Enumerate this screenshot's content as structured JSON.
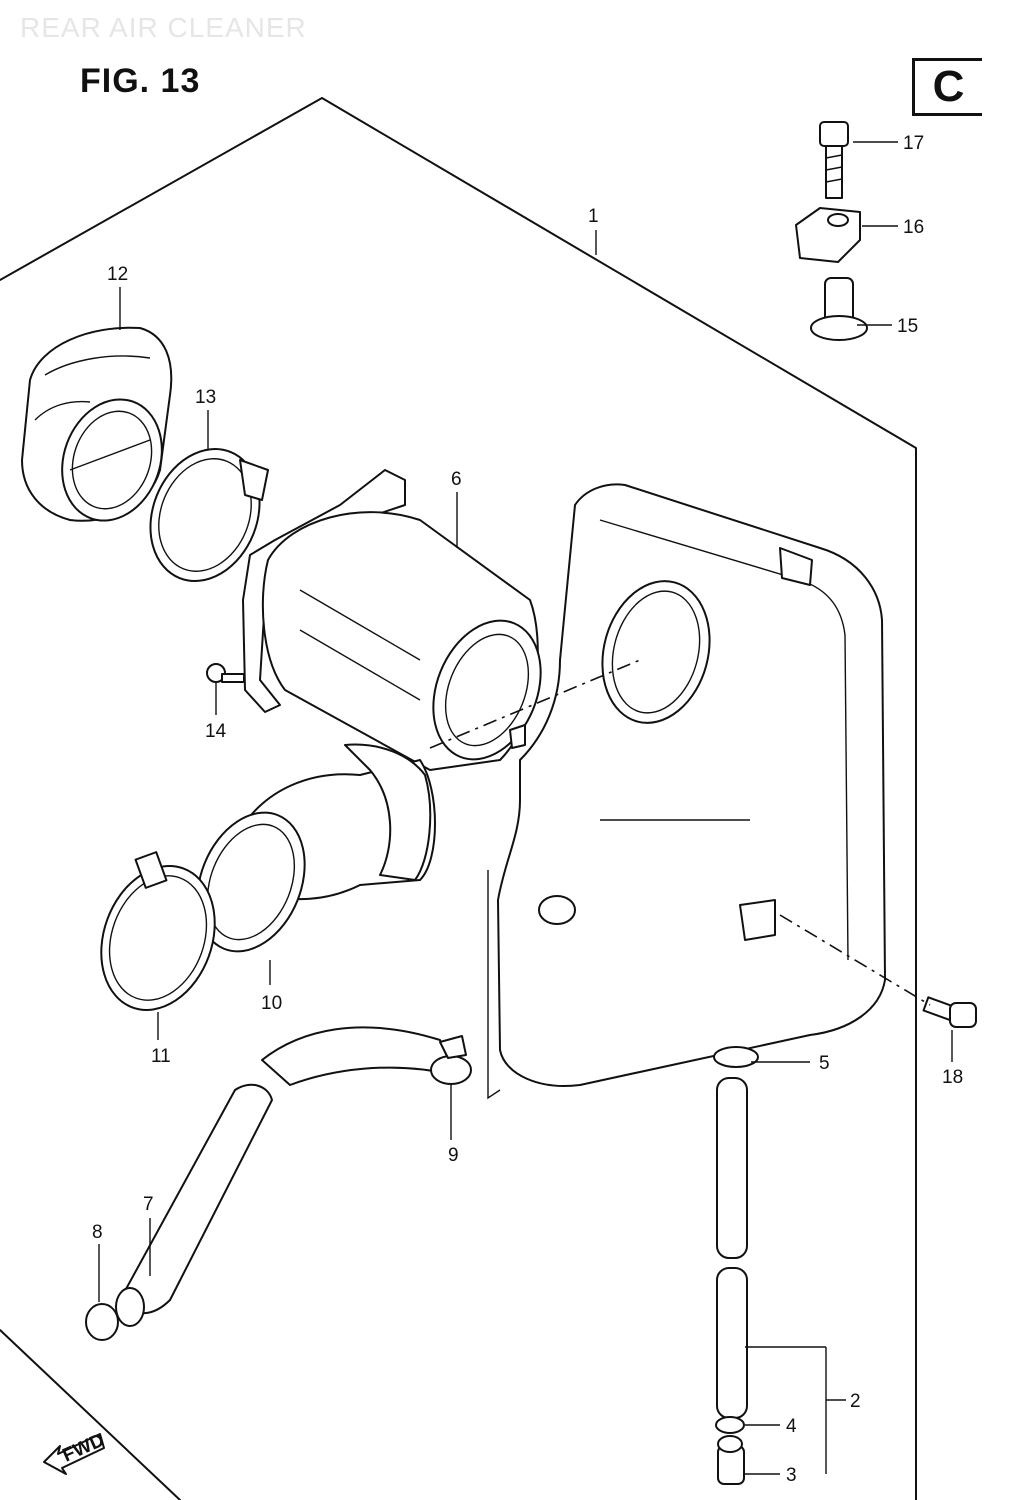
{
  "header": {
    "watermark": "REAR AIR CLEANER",
    "figure_label": "FIG. 13",
    "section_letter": "C"
  },
  "diagram": {
    "fwd_label": "FWD",
    "callouts": [
      {
        "id": "1",
        "text": "1"
      },
      {
        "id": "2",
        "text": "2"
      },
      {
        "id": "3",
        "text": "3"
      },
      {
        "id": "4",
        "text": "4"
      },
      {
        "id": "5",
        "text": "5"
      },
      {
        "id": "6",
        "text": "6"
      },
      {
        "id": "7",
        "text": "7"
      },
      {
        "id": "8",
        "text": "8"
      },
      {
        "id": "9",
        "text": "9"
      },
      {
        "id": "10",
        "text": "10"
      },
      {
        "id": "11",
        "text": "11"
      },
      {
        "id": "12",
        "text": "12"
      },
      {
        "id": "13",
        "text": "13"
      },
      {
        "id": "14",
        "text": "14"
      },
      {
        "id": "15",
        "text": "15"
      },
      {
        "id": "16",
        "text": "16"
      },
      {
        "id": "17",
        "text": "17"
      },
      {
        "id": "18",
        "text": "18"
      }
    ]
  }
}
